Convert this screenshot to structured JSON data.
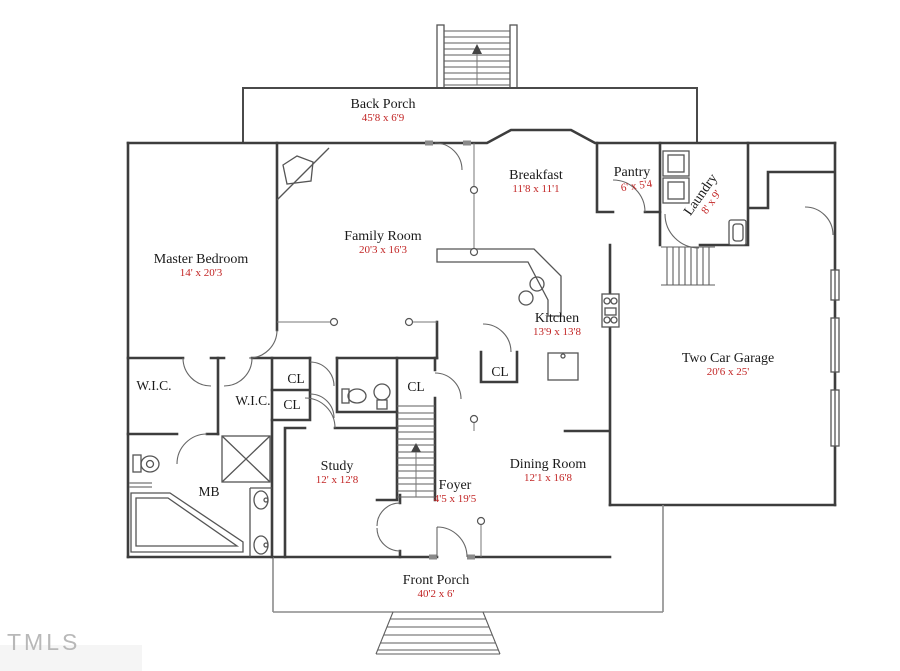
{
  "watermark": "TMLS",
  "colors": {
    "wall": "#3d3d3d",
    "room_label": "#1a1a1a",
    "dimension": "#c22525",
    "watermark": "#b8b8b8"
  },
  "rooms": {
    "back_porch": {
      "name": "Back Porch",
      "dims": "45'8 x 6'9"
    },
    "breakfast": {
      "name": "Breakfast",
      "dims": "11'8 x 11'1"
    },
    "pantry": {
      "name": "Pantry",
      "dims": "6' x 5'4"
    },
    "laundry": {
      "name": "Laundry",
      "dims": "8' x 9'"
    },
    "family_room": {
      "name": "Family Room",
      "dims": "20'3 x 16'3"
    },
    "master_bedroom": {
      "name": "Master Bedroom",
      "dims": "14' x 20'3"
    },
    "kitchen": {
      "name": "Kitchen",
      "dims": "13'9 x 13'8"
    },
    "garage": {
      "name": "Two Car Garage",
      "dims": "20'6 x 25'"
    },
    "study": {
      "name": "Study",
      "dims": "12' x 12'8"
    },
    "foyer": {
      "name": "Foyer",
      "dims": "4'5 x 19'5"
    },
    "dining_room": {
      "name": "Dining Room",
      "dims": "12'1 x 16'8"
    },
    "front_porch": {
      "name": "Front Porch",
      "dims": "40'2 x 6'"
    }
  },
  "labels": {
    "wic": "W.I.C.",
    "cl": "CL",
    "mb": "MB"
  }
}
